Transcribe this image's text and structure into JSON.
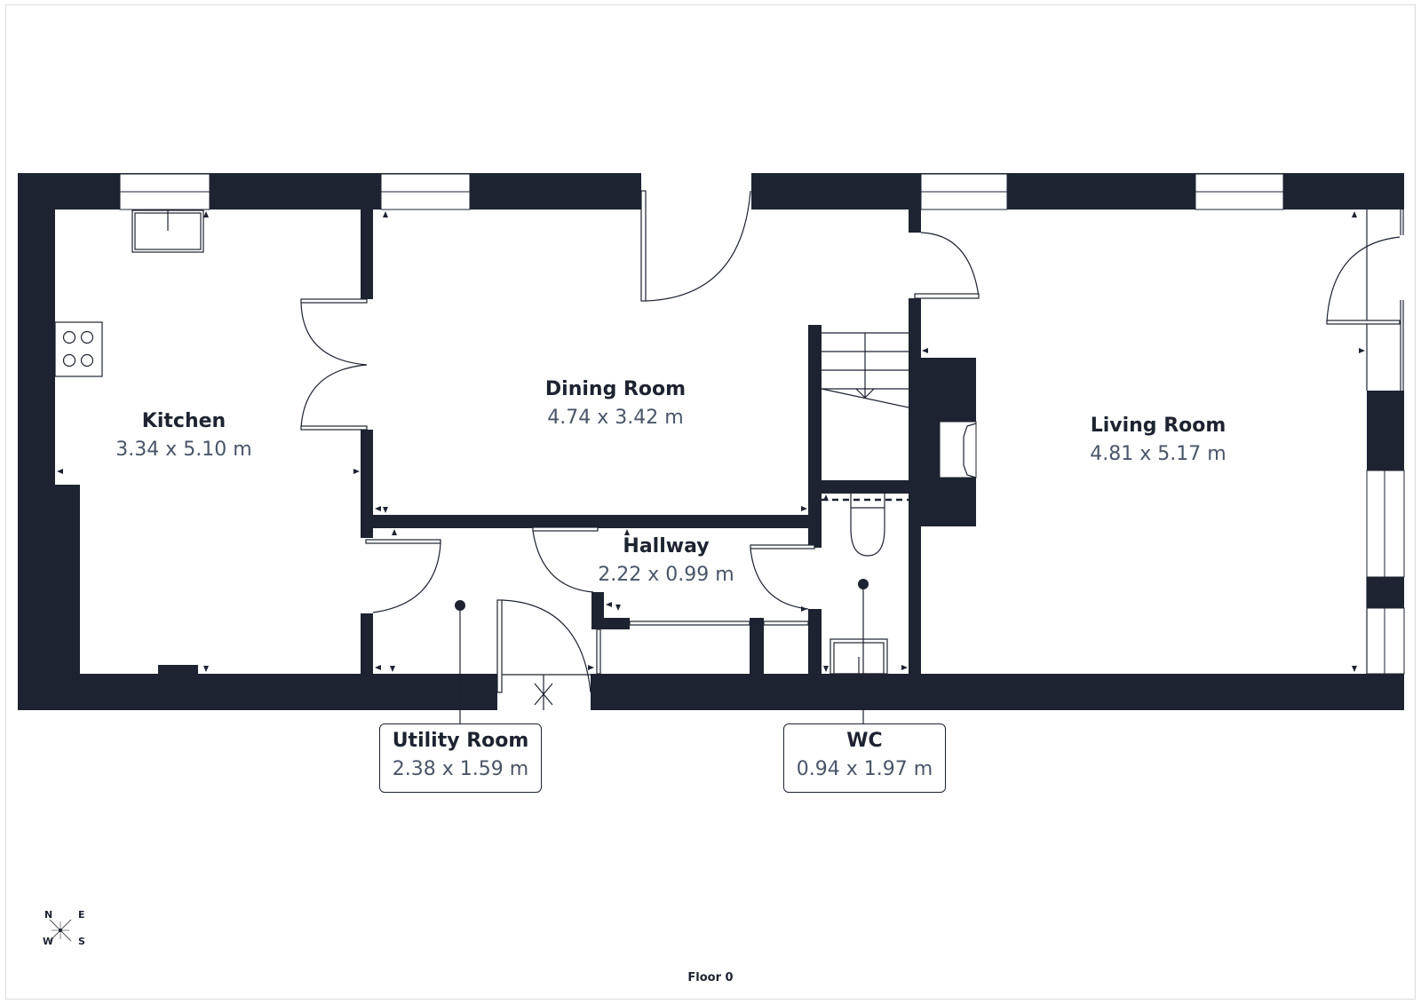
{
  "plan": {
    "floor_label": "Floor 0",
    "colors": {
      "wall": "#1d2330",
      "dims_text": "#4a5568",
      "background": "#ffffff"
    },
    "rooms": [
      {
        "name": "Kitchen",
        "dims": "3.34 x 5.10 m"
      },
      {
        "name": "Dining Room",
        "dims": "4.74 x 3.42 m"
      },
      {
        "name": "Living Room",
        "dims": "4.81 x 5.17 m"
      },
      {
        "name": "Hallway",
        "dims": "2.22 x 0.99 m"
      },
      {
        "name": "Utility Room",
        "dims": "2.38 x 1.59 m"
      },
      {
        "name": "WC",
        "dims": "0.94 x 1.97 m"
      }
    ],
    "compass": {
      "n": "N",
      "e": "E",
      "s": "S",
      "w": "W"
    }
  }
}
